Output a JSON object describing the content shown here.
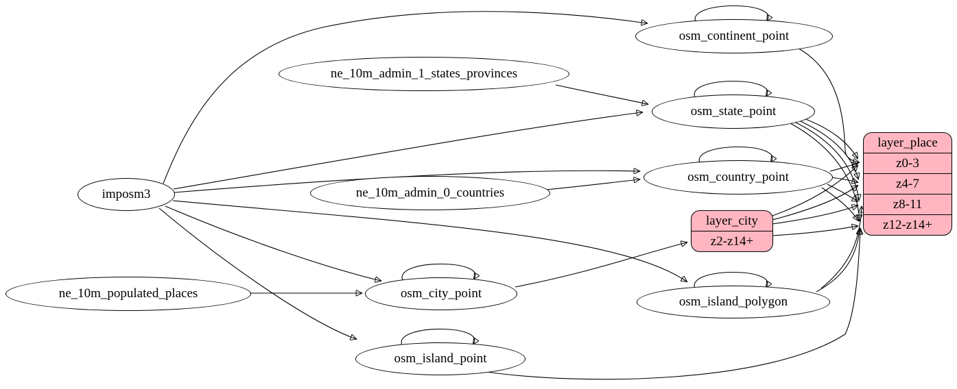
{
  "nodes": {
    "imposm3": {
      "label": "imposm3"
    },
    "ne_10m_admin_1_states_provinces": {
      "label": "ne_10m_admin_1_states_provinces"
    },
    "ne_10m_admin_0_countries": {
      "label": "ne_10m_admin_0_countries"
    },
    "ne_10m_populated_places": {
      "label": "ne_10m_populated_places"
    },
    "osm_continent_point": {
      "label": "osm_continent_point"
    },
    "osm_state_point": {
      "label": "osm_state_point"
    },
    "osm_country_point": {
      "label": "osm_country_point"
    },
    "osm_city_point": {
      "label": "osm_city_point"
    },
    "osm_island_point": {
      "label": "osm_island_point"
    },
    "osm_island_polygon": {
      "label": "osm_island_polygon"
    },
    "layer_city": {
      "title": "layer_city",
      "rows": [
        "z2-z14+"
      ]
    },
    "layer_place": {
      "title": "layer_place",
      "rows": [
        "z0-3",
        "z4-7",
        "z8-11",
        "z12-z14+"
      ]
    }
  },
  "colors": {
    "record_fill": "#ffb6c1",
    "node_fill": "#ffffff",
    "stroke": "#000000"
  },
  "edges": [
    {
      "from": "imposm3",
      "to": "osm_continent_point"
    },
    {
      "from": "imposm3",
      "to": "osm_state_point"
    },
    {
      "from": "imposm3",
      "to": "osm_country_point"
    },
    {
      "from": "imposm3",
      "to": "osm_city_point"
    },
    {
      "from": "imposm3",
      "to": "osm_island_point"
    },
    {
      "from": "imposm3",
      "to": "osm_island_polygon"
    },
    {
      "from": "ne_10m_admin_1_states_provinces",
      "to": "osm_state_point"
    },
    {
      "from": "ne_10m_admin_0_countries",
      "to": "osm_country_point"
    },
    {
      "from": "ne_10m_populated_places",
      "to": "osm_city_point"
    },
    {
      "from": "osm_continent_point",
      "to": "osm_continent_point"
    },
    {
      "from": "osm_state_point",
      "to": "osm_state_point"
    },
    {
      "from": "osm_country_point",
      "to": "osm_country_point"
    },
    {
      "from": "osm_city_point",
      "to": "osm_city_point"
    },
    {
      "from": "osm_island_point",
      "to": "osm_island_point"
    },
    {
      "from": "osm_island_polygon",
      "to": "osm_island_polygon"
    },
    {
      "from": "osm_city_point",
      "to": "layer_city:z2-z14+"
    },
    {
      "from": "osm_continent_point",
      "to": "layer_place:z0-3"
    },
    {
      "from": "osm_state_point",
      "to": "layer_place:z0-3"
    },
    {
      "from": "osm_state_point",
      "to": "layer_place:z4-7"
    },
    {
      "from": "osm_state_point",
      "to": "layer_place:z8-11"
    },
    {
      "from": "osm_state_point",
      "to": "layer_place:z12-z14+"
    },
    {
      "from": "osm_country_point",
      "to": "layer_place:z0-3"
    },
    {
      "from": "osm_country_point",
      "to": "layer_place:z4-7"
    },
    {
      "from": "osm_country_point",
      "to": "layer_place:z8-11"
    },
    {
      "from": "osm_country_point",
      "to": "layer_place:z12-z14+"
    },
    {
      "from": "layer_city",
      "to": "layer_place:z0-3"
    },
    {
      "from": "layer_city",
      "to": "layer_place:z4-7"
    },
    {
      "from": "layer_city",
      "to": "layer_place:z8-11"
    },
    {
      "from": "layer_city",
      "to": "layer_place:z12-z14+"
    },
    {
      "from": "osm_island_polygon",
      "to": "layer_place:z8-11"
    },
    {
      "from": "osm_island_polygon",
      "to": "layer_place:z12-z14+"
    },
    {
      "from": "osm_island_point",
      "to": "layer_place:z12-z14+"
    }
  ]
}
